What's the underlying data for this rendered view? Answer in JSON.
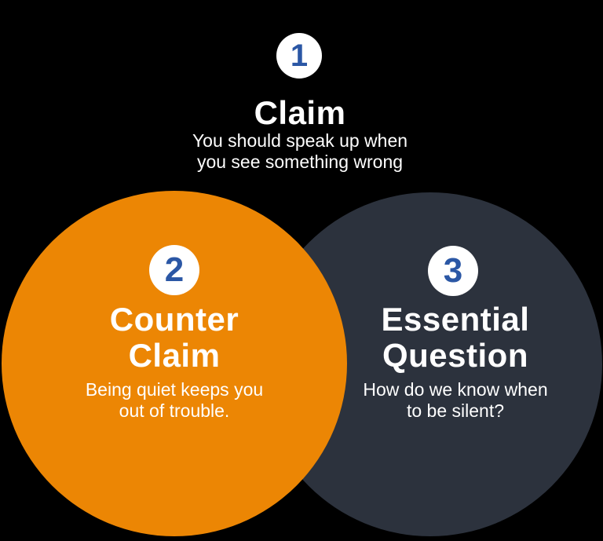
{
  "colors": {
    "background": "#000000",
    "orange_circle": "#EC8604",
    "dark_circle": "#2C323D",
    "badge_bg": "#FFFFFF",
    "badge_number": "#2B57A5",
    "text": "#FFFFFF"
  },
  "diagram": {
    "type": "overlapping-circles-argument-infographic",
    "claim": {
      "number": "1",
      "title": "Claim",
      "body_line1": "You should speak up when",
      "body_line2": "you see something wrong"
    },
    "counter_claim": {
      "number": "2",
      "title_line1": "Counter",
      "title_line2": "Claim",
      "body_line1": "Being quiet keeps you",
      "body_line2": "out of trouble."
    },
    "essential_question": {
      "number": "3",
      "title_line1": "Essential",
      "title_line2": "Question",
      "body_line1": "How do we know when",
      "body_line2": "to be silent?"
    }
  }
}
